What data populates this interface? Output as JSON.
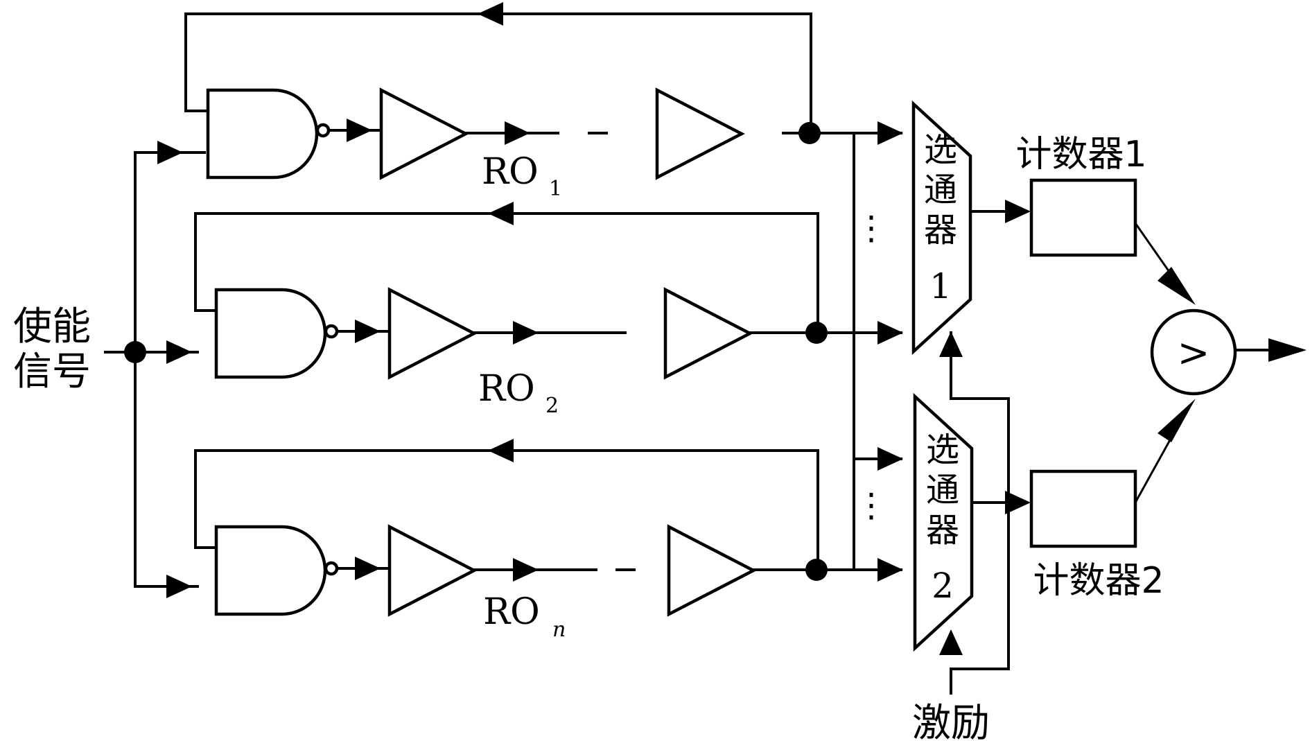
{
  "labels": {
    "enable_line1": "使能",
    "enable_line2": "信号",
    "ro1_main": "RO",
    "ro1_sub": "1",
    "ro2_main": "RO",
    "ro2_sub": "2",
    "ron_main": "RO",
    "ron_sub": "n",
    "mux1_chars": [
      "选",
      "通",
      "器",
      "1"
    ],
    "mux2_chars": [
      "选",
      "通",
      "器",
      "2"
    ],
    "counter1": "计数器1",
    "counter2": "计数器2",
    "comparator": ">",
    "excitation": "激励",
    "vdots": "⋮"
  }
}
